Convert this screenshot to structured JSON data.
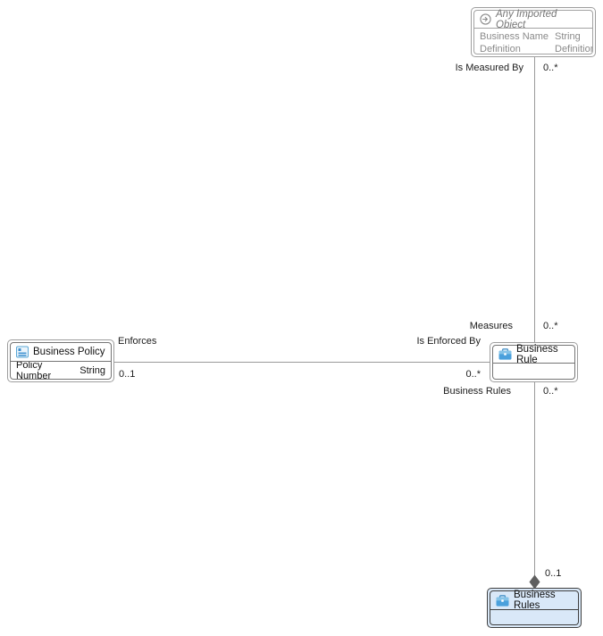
{
  "nodes": {
    "any_imported_object": {
      "title": "Any Imported Object",
      "attributes": [
        {
          "name": "Business Name",
          "type": "String"
        },
        {
          "name": "Definition",
          "type": "Definition"
        }
      ]
    },
    "business_policy": {
      "title": "Business Policy",
      "attributes": [
        {
          "name": "Policy Number",
          "type": "String"
        }
      ]
    },
    "business_rule": {
      "title": "Business Rule"
    },
    "business_rules": {
      "title": "Business Rules",
      "selected": true
    }
  },
  "edges": {
    "measures": {
      "top_label": "Is Measured By",
      "top_mult": "0..*",
      "bottom_label": "Measures",
      "bottom_mult": "0..*"
    },
    "enforces": {
      "left_label": "Enforces",
      "left_mult": "0..1",
      "right_label": "Is Enforced By",
      "right_mult": "0..*"
    },
    "business_rules_aggregation": {
      "top_label": "Business Rules",
      "top_mult": "0..*",
      "bottom_mult": "0..1"
    }
  },
  "colors": {
    "selected_node_fill": "#d9e8f8",
    "connector_line": "#9a9a9a",
    "aggregation_diamond": "#5f5f5f",
    "icon_blue": "#4aa0dc"
  }
}
